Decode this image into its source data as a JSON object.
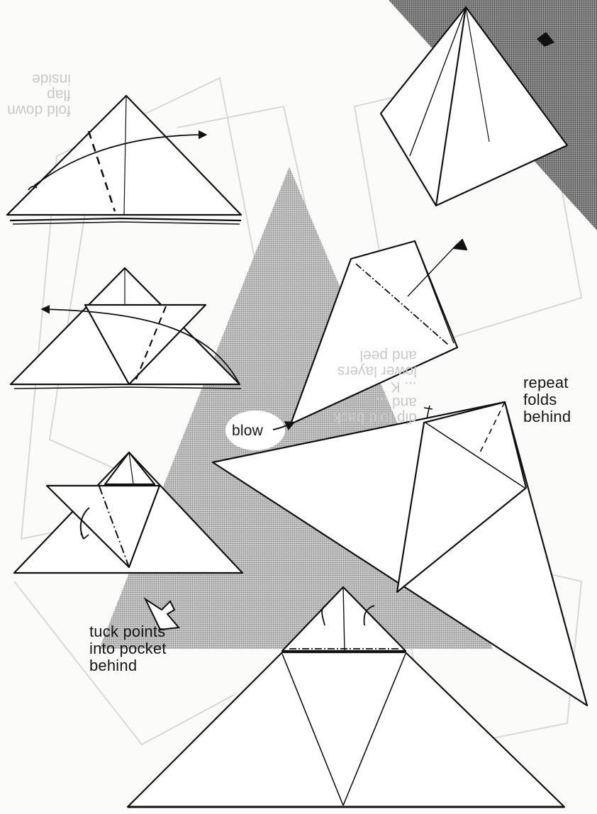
{
  "diagram": {
    "labels": {
      "repeat_folds_behind": "repeat\nfolds\nbehind",
      "tuck_points": "tuck points\ninto pocket\nbehind",
      "blow": "blow"
    },
    "bleed_through": {
      "text_a": "dip fold back\nand ...\n... K\nlower layers\nand peel",
      "text_b": "fold down\nflap\ninside"
    }
  }
}
